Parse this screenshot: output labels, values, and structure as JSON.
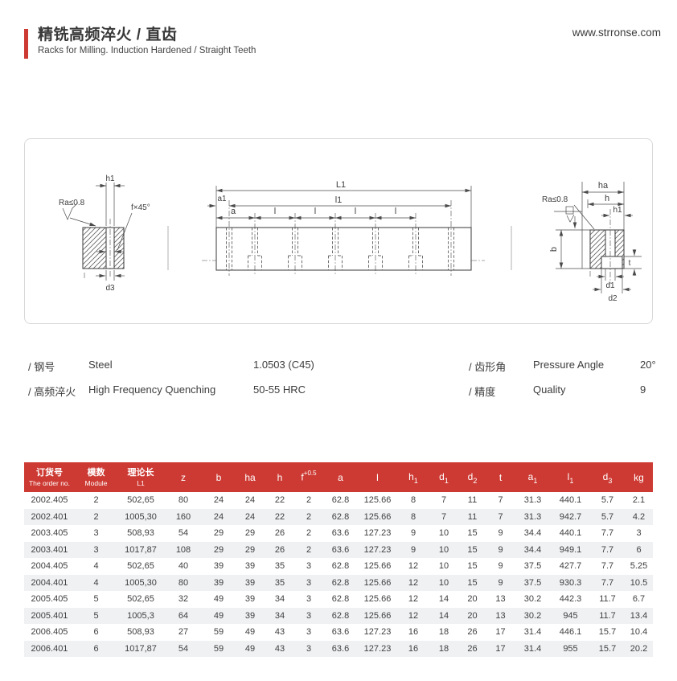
{
  "header": {
    "title_zh": "精铣高频淬火 / 直齿",
    "subtitle_en": "Racks for Milling. Induction Hardened / Straight Teeth",
    "website": "www.strronse.com"
  },
  "drawing": {
    "labels": {
      "h1": "h1",
      "ra": "Ra≤0.8",
      "chamfer": "f×45°",
      "d3": "d3",
      "L1": "L1",
      "l1": "l1",
      "a1": "a1",
      "a": "a",
      "l": "l",
      "ha": "ha",
      "h": "h",
      "b": "b",
      "t": "t",
      "d1": "d1",
      "d2": "d2"
    }
  },
  "specs": [
    {
      "zh": "/ 钢号",
      "en": "Steel",
      "value": "1.0503 (C45)"
    },
    {
      "zh": "/ 高频淬火",
      "en": "High Frequency Quenching",
      "value": "50-55 HRC"
    },
    {
      "zh": "/ 齿形角",
      "en": "Pressure Angle",
      "value": "20°"
    },
    {
      "zh": "/ 精度",
      "en": "Quality",
      "value": "9"
    }
  ],
  "table": {
    "headers": [
      {
        "zh": "订货号",
        "en": "The order no."
      },
      {
        "zh": "模数",
        "en": "Module"
      },
      {
        "zh": "理论长",
        "en": "L1"
      },
      {
        "base": "z"
      },
      {
        "base": "b"
      },
      {
        "base": "ha"
      },
      {
        "base": "h"
      },
      {
        "base": "f",
        "sup": "+0.5"
      },
      {
        "base": "a"
      },
      {
        "base": "l"
      },
      {
        "base": "h",
        "sub": "1"
      },
      {
        "base": "d",
        "sub": "1"
      },
      {
        "base": "d",
        "sub": "2"
      },
      {
        "base": "t"
      },
      {
        "base": "a",
        "sub": "1"
      },
      {
        "base": "l",
        "sub": "1"
      },
      {
        "base": "d",
        "sub": "3"
      },
      {
        "base": "kg"
      }
    ],
    "rows": [
      [
        "2002.405",
        "2",
        "502,65",
        "80",
        "24",
        "24",
        "22",
        "2",
        "62.8",
        "125.66",
        "8",
        "7",
        "11",
        "7",
        "31.3",
        "440.1",
        "5.7",
        "2.1"
      ],
      [
        "2002.401",
        "2",
        "1005,30",
        "160",
        "24",
        "24",
        "22",
        "2",
        "62.8",
        "125.66",
        "8",
        "7",
        "11",
        "7",
        "31.3",
        "942.7",
        "5.7",
        "4.2"
      ],
      [
        "2003.405",
        "3",
        "508,93",
        "54",
        "29",
        "29",
        "26",
        "2",
        "63.6",
        "127.23",
        "9",
        "10",
        "15",
        "9",
        "34.4",
        "440.1",
        "7.7",
        "3"
      ],
      [
        "2003.401",
        "3",
        "1017,87",
        "108",
        "29",
        "29",
        "26",
        "2",
        "63.6",
        "127.23",
        "9",
        "10",
        "15",
        "9",
        "34.4",
        "949.1",
        "7.7",
        "6"
      ],
      [
        "2004.405",
        "4",
        "502,65",
        "40",
        "39",
        "39",
        "35",
        "3",
        "62.8",
        "125.66",
        "12",
        "10",
        "15",
        "9",
        "37.5",
        "427.7",
        "7.7",
        "5.25"
      ],
      [
        "2004.401",
        "4",
        "1005,30",
        "80",
        "39",
        "39",
        "35",
        "3",
        "62.8",
        "125.66",
        "12",
        "10",
        "15",
        "9",
        "37.5",
        "930.3",
        "7.7",
        "10.5"
      ],
      [
        "2005.405",
        "5",
        "502,65",
        "32",
        "49",
        "39",
        "34",
        "3",
        "62.8",
        "125.66",
        "12",
        "14",
        "20",
        "13",
        "30.2",
        "442.3",
        "11.7",
        "6.7"
      ],
      [
        "2005.401",
        "5",
        "1005,3",
        "64",
        "49",
        "39",
        "34",
        "3",
        "62.8",
        "125.66",
        "12",
        "14",
        "20",
        "13",
        "30.2",
        "945",
        "11.7",
        "13.4"
      ],
      [
        "2006.405",
        "6",
        "508,93",
        "27",
        "59",
        "49",
        "43",
        "3",
        "63.6",
        "127.23",
        "16",
        "18",
        "26",
        "17",
        "31.4",
        "446.1",
        "15.7",
        "10.4"
      ],
      [
        "2006.401",
        "6",
        "1017,87",
        "54",
        "59",
        "49",
        "43",
        "3",
        "63.6",
        "127.23",
        "16",
        "18",
        "26",
        "17",
        "31.4",
        "955",
        "15.7",
        "20.2"
      ]
    ]
  },
  "colors": {
    "accent_red": "#cd3a33",
    "row_alt": "#eff1f3"
  }
}
